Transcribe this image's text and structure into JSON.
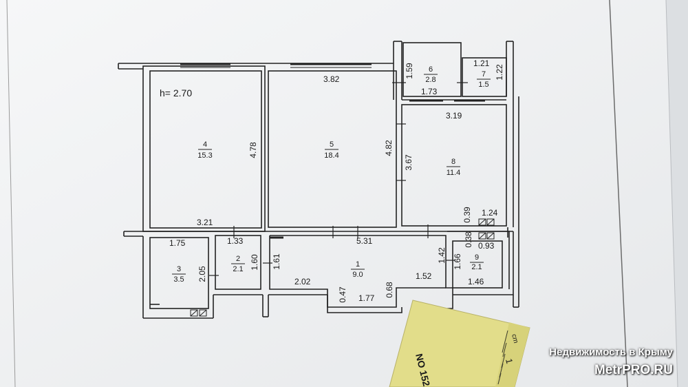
{
  "plan": {
    "ceiling_height": "h= 2.70",
    "rooms": [
      {
        "id": "4",
        "area": "15.3"
      },
      {
        "id": "5",
        "area": "18.4"
      },
      {
        "id": "6",
        "area": "2.8"
      },
      {
        "id": "7",
        "area": "1.5"
      },
      {
        "id": "8",
        "area": "11.4"
      },
      {
        "id": "3",
        "area": "3.5"
      },
      {
        "id": "2",
        "area": "2.1"
      },
      {
        "id": "1",
        "area": "9.0"
      },
      {
        "id": "9",
        "area": "2.1"
      }
    ],
    "dimensions": [
      "4.78",
      "3.21",
      "3.82",
      "4.82",
      "1.59",
      "1.73",
      "1.21",
      "1.22",
      "3.19",
      "3.67",
      "0.39",
      "1.24",
      "0.38",
      "0.93",
      "1.46",
      "1.66",
      "1.42",
      "1.52",
      "5.31",
      "1.61",
      "2.02",
      "0.47",
      "1.77",
      "0.68",
      "1.75",
      "2.05",
      "1.33",
      "1.60"
    ]
  },
  "ruler": {
    "label": "NO 152",
    "unit": "cm",
    "tick_number": "1"
  },
  "watermark": {
    "line1": "Недвижимость в Крыму",
    "line2": "MetrPRO.RU"
  },
  "colors": {
    "paper": "#f2f3f4",
    "ink": "#222222",
    "ruler": "#e2dd8a",
    "background": "#6f7680"
  }
}
